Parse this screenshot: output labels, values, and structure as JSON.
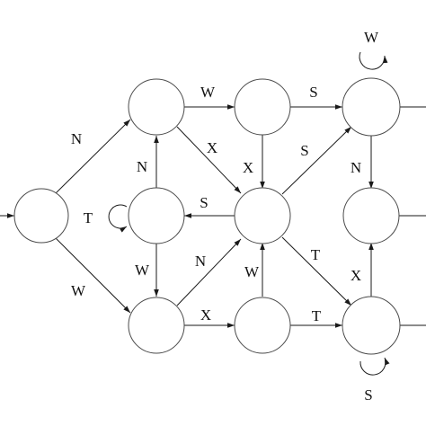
{
  "diagram": {
    "type": "state-transition-graph",
    "states": [
      "n1",
      "n2",
      "n3",
      "n4",
      "n5",
      "n6",
      "n7",
      "n8",
      "n9",
      "n10"
    ],
    "transitions": [
      {
        "from": "n1",
        "to": "n2",
        "label": "N"
      },
      {
        "from": "n1",
        "to": "n4",
        "label": "W"
      },
      {
        "from": "n2",
        "to": "n5",
        "label": "W"
      },
      {
        "from": "n2",
        "to": "n6",
        "label": "X"
      },
      {
        "from": "n3",
        "to": "n2",
        "label": "N"
      },
      {
        "from": "n3",
        "to": "n3",
        "label": "T"
      },
      {
        "from": "n3",
        "to": "n4",
        "label": "W"
      },
      {
        "from": "n4",
        "to": "n6",
        "label": "N"
      },
      {
        "from": "n4",
        "to": "n7",
        "label": "X"
      },
      {
        "from": "n5",
        "to": "n8",
        "label": "S"
      },
      {
        "from": "n5",
        "to": "n6",
        "label": "X"
      },
      {
        "from": "n6",
        "to": "n3",
        "label": "S"
      },
      {
        "from": "n6",
        "to": "n8",
        "label": "S"
      },
      {
        "from": "n6",
        "to": "n10",
        "label": "T"
      },
      {
        "from": "n7",
        "to": "n6",
        "label": "W"
      },
      {
        "from": "n7",
        "to": "n10",
        "label": "T"
      },
      {
        "from": "n8",
        "to": "n8",
        "label": "W"
      },
      {
        "from": "n8",
        "to": "n9",
        "label": "N"
      },
      {
        "from": "n10",
        "to": "n9",
        "label": "X"
      },
      {
        "from": "n10",
        "to": "n10",
        "label": "S"
      }
    ]
  }
}
